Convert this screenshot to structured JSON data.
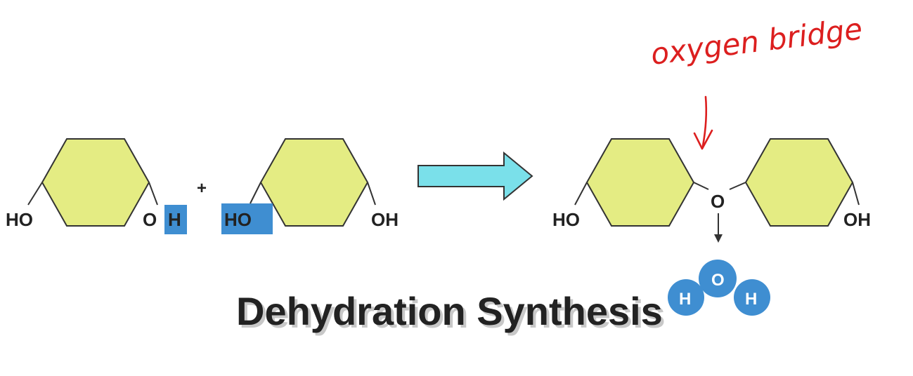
{
  "annotation": {
    "text": "oxygen bridge",
    "color": "#dc1f1f"
  },
  "reactants": {
    "molecule_1": {
      "left_group": "HO",
      "right_o": "O",
      "right_h": "H"
    },
    "plus": "+",
    "molecule_2": {
      "left_group": "HO",
      "right_group": "OH"
    }
  },
  "product": {
    "left_group": "HO",
    "bridge": "O",
    "right_group": "OH"
  },
  "water": {
    "o": "O",
    "h_left": "H",
    "h_right": "H",
    "color": "#3f8ed1"
  },
  "title": "Dehydration Synthesis",
  "colors": {
    "ring_fill": "#e4ec83",
    "highlight": "#3f8ed1",
    "arrow_fill": "#7ae0ea"
  }
}
